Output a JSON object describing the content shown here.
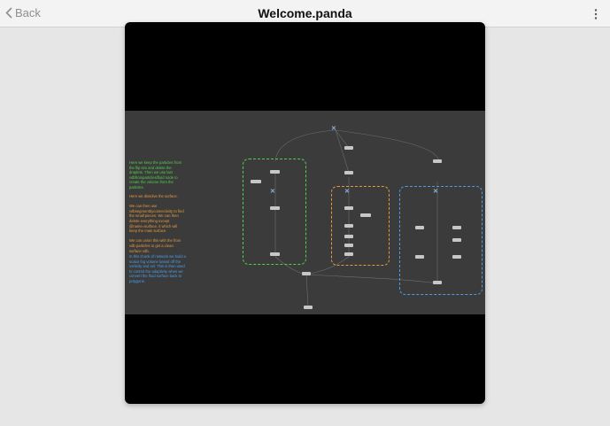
{
  "nav": {
    "back_label": "Back",
    "title": "Welcome.panda"
  },
  "notes": {
    "green": "Here we keep the particles from the flip sim and delete the droplets. Then we use last vdbfromparticles/fluid node to create the volume from the particles.",
    "orange": "Here we dissolve the surface.\n\nWe can then use vdbsegmentbyconnectivity to find the small pieces. We can then delete everything except @name=surface, it which will keep the main surface.\n\nWe can union this with the from vdb particles to get a clean surface vdb.",
    "blue": "In this chunk of network we build a scalar fog volume based off the vorticity and vel. This is then used to control the adaptivity when we convert the fluid surface back to polygons."
  },
  "colors": {
    "green": "#4fd14a",
    "orange": "#e89a3a",
    "blue": "#4a9ee8",
    "graph_bg": "#3b3b3b",
    "node": "#c7c7c7"
  },
  "icons": [
    "chevron-left-icon",
    "more-vertical-icon",
    "merge-node-icon"
  ]
}
